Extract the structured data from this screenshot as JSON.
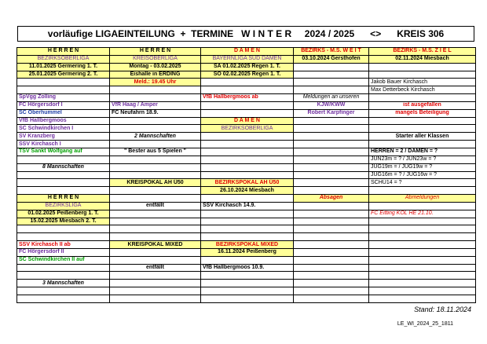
{
  "title": "vorläufige LIGAEINTEILUNG  +  TERMINE   W I N T E R     2024 / 2025      <>      KREIS 306",
  "colors": {
    "red": "#e00000",
    "purple": "#7030a0",
    "blue": "#1f3fa8",
    "green": "#00a000",
    "yellow": "#ffff99"
  },
  "stand": "Stand: 18.11.2024",
  "doc_code": "LE_WI_2024_25_1811",
  "rows": [
    [
      {
        "t": "H E R R E N",
        "y": 1,
        "c": 1,
        "b": 1
      },
      {
        "t": "H E R R E N",
        "y": 1,
        "c": 1,
        "b": 1
      },
      {
        "t": "D A M E N",
        "y": 1,
        "c": 1,
        "b": 1,
        "col": "red"
      },
      {
        "t": "BEZIRKS - M.S.  W E I T",
        "y": 1,
        "c": 1,
        "b": 1,
        "col": "red"
      },
      {
        "t": "BEZIRKS - M.S.  Z I E L",
        "y": 1,
        "c": 1,
        "b": 1,
        "col": "red"
      }
    ],
    [
      {
        "t": "BEZIRKSOBERLIGA",
        "y": 1,
        "c": 1,
        "col": "purple"
      },
      {
        "t": "KREISOBERLIGA",
        "y": 1,
        "c": 1,
        "col": "purple"
      },
      {
        "t": "BAYERNLIGA SÜD DAMEN",
        "y": 1,
        "c": 1,
        "col": "purple"
      },
      {
        "t": "03.10.2024  Gersthofen",
        "y": 1,
        "c": 1,
        "b": 1
      },
      {
        "t": "02.11.2024 Miesbach",
        "y": 1,
        "c": 1,
        "b": 1
      }
    ],
    [
      {
        "t": "11.01.2025 Germering  1. T.",
        "y": 1,
        "c": 1,
        "b": 1
      },
      {
        "t": "Montag  -  03.02.2025",
        "y": 1,
        "c": 1,
        "b": 1
      },
      {
        "t": "SA 01.02.2025  Regen  1. T.",
        "y": 1,
        "c": 1,
        "b": 1
      },
      {
        "t": ""
      },
      {
        "t": ""
      }
    ],
    [
      {
        "t": "25.01.2025 Germering  2. T.",
        "y": 1,
        "c": 1,
        "b": 1
      },
      {
        "t": "Eishalle in ERDING",
        "y": 1,
        "c": 1,
        "b": 1
      },
      {
        "t": "SO 02.02.2025  Regen  1. T.",
        "y": 1,
        "c": 1,
        "b": 1
      },
      {
        "t": ""
      },
      {
        "t": ""
      }
    ],
    [
      {
        "t": ""
      },
      {
        "t": "Meld.: 19.45 Uhr",
        "y": 1,
        "c": 1,
        "b": 1,
        "col": "red"
      },
      {
        "t": ""
      },
      {
        "t": ""
      },
      {
        "t": "Jakob Bauer          Kirchasch"
      }
    ],
    [
      {
        "t": ""
      },
      {
        "t": ""
      },
      {
        "t": ""
      },
      {
        "t": ""
      },
      {
        "t": "Max Detterbeck        Kirchasch"
      }
    ],
    [
      {
        "t": "SpVgg  Zolling",
        "b": 1,
        "col": "purple"
      },
      {
        "t": ""
      },
      {
        "t": "VfB Hallbergmoos                ab",
        "b": 1,
        "col": "red"
      },
      {
        "t": "Meldungen an unseren",
        "c": 1,
        "i": 1
      },
      {
        "t": ""
      }
    ],
    [
      {
        "t": "FC  Hörgersdorf  I",
        "b": 1,
        "col": "purple"
      },
      {
        "t": "VfR Haag / Amper",
        "b": 1,
        "col": "purple"
      },
      {
        "t": ""
      },
      {
        "t": "KJW/KWW",
        "c": 1,
        "b": 1,
        "col": "purple"
      },
      {
        "t": "ist ausgefallen",
        "c": 1,
        "b": 1,
        "col": "red"
      }
    ],
    [
      {
        "t": "SC  Oberhummel",
        "b": 1,
        "col": "blue"
      },
      {
        "t": "FC Neufahrn                 18.9.",
        "b": 1
      },
      {
        "t": ""
      },
      {
        "t": "Robert Karpfinger",
        "c": 1,
        "b": 1,
        "col": "purple"
      },
      {
        "t": "mangels Beteiligung",
        "c": 1,
        "b": 1,
        "col": "red"
      }
    ],
    [
      {
        "t": "VfB Hallbergmoos",
        "b": 1,
        "col": "purple"
      },
      {
        "t": ""
      },
      {
        "t": "D A M E N",
        "y": 1,
        "c": 1,
        "b": 1,
        "col": "red"
      },
      {
        "t": ""
      },
      {
        "t": ""
      }
    ],
    [
      {
        "t": "SC Schwindkirchen I",
        "b": 1,
        "col": "purple"
      },
      {
        "t": ""
      },
      {
        "t": "BEZIRKSOBERLIGA",
        "y": 1,
        "c": 1,
        "col": "purple"
      },
      {
        "t": ""
      },
      {
        "t": ""
      }
    ],
    [
      {
        "t": "SV  Kranzberg",
        "b": 1,
        "col": "purple"
      },
      {
        "t": "2  Mannschaften",
        "c": 1,
        "b": 1,
        "i": 1
      },
      {
        "t": ""
      },
      {
        "t": ""
      },
      {
        "t": "Starter aller Klassen",
        "c": 1,
        "b": 1
      }
    ],
    [
      {
        "t": "SSV  Kirchasch  I",
        "b": 1,
        "col": "purple"
      },
      {
        "t": ""
      },
      {
        "t": ""
      },
      {
        "t": ""
      },
      {
        "t": ""
      }
    ],
    [
      {
        "t": "TSV Sankt Wolfgang          auf",
        "b": 1,
        "col": "green"
      },
      {
        "t": "\" Bester aus 5 Spielen \"",
        "c": 1,
        "b": 1
      },
      {
        "t": ""
      },
      {
        "t": ""
      },
      {
        "t": "HERREN  =  2  /  DAMEN  =  ?",
        "b": 1
      }
    ],
    [
      {
        "t": ""
      },
      {
        "t": ""
      },
      {
        "t": ""
      },
      {
        "t": ""
      },
      {
        "t": "JUN23m  =   ?   /  JUN23w  =  ?"
      }
    ],
    [
      {
        "t": "8  Mannschaften",
        "c": 1,
        "b": 1,
        "i": 1
      },
      {
        "t": ""
      },
      {
        "t": ""
      },
      {
        "t": ""
      },
      {
        "t": "JUG19m   =   /  JUG19w  =  ?"
      }
    ],
    [
      {
        "t": ""
      },
      {
        "t": ""
      },
      {
        "t": ""
      },
      {
        "t": ""
      },
      {
        "t": "JUG16m   =   ?  /  JUG16w  =  ?"
      }
    ],
    [
      {
        "t": ""
      },
      {
        "t": "KREISPOKAL  AH  Ü50",
        "y": 1,
        "c": 1,
        "b": 1
      },
      {
        "t": "BEZIRKSPOKAL  AH  Ü50",
        "y": 1,
        "c": 1,
        "b": 1,
        "col": "red"
      },
      {
        "t": ""
      },
      {
        "t": "SCHÜ14   =  ?"
      }
    ],
    [
      {
        "t": ""
      },
      {
        "t": ""
      },
      {
        "t": "26.10.2024  Miesbach",
        "y": 1,
        "c": 1,
        "b": 1
      },
      {
        "t": ""
      },
      {
        "t": ""
      }
    ],
    [
      {
        "t": "H E R R E N",
        "y": 1,
        "c": 1,
        "b": 1
      },
      {
        "t": ""
      },
      {
        "t": ""
      },
      {
        "t": "Absagen",
        "y": 1,
        "c": 1,
        "b": 1,
        "i": 1,
        "col": "red"
      },
      {
        "t": "Abmeldungen",
        "y": 1,
        "c": 1,
        "i": 1,
        "col": "red"
      }
    ],
    [
      {
        "t": "BEZIRKSLIGA",
        "y": 1,
        "c": 1,
        "col": "purple"
      },
      {
        "t": "entfällt",
        "c": 1,
        "b": 1
      },
      {
        "t": "SSV  Kirchasch                14.9.",
        "b": 1
      },
      {
        "t": ""
      },
      {
        "t": ""
      }
    ],
    [
      {
        "t": "01.02.2025  Peißenberg  1. T.",
        "y": 1,
        "c": 1,
        "b": 1
      },
      {
        "t": ""
      },
      {
        "t": ""
      },
      {
        "t": ""
      },
      {
        "t": "FC Eitting          KOL HE  21.10.",
        "i": 1,
        "col": "red"
      }
    ],
    [
      {
        "t": "15.02.2025 Miesbach  2. T.",
        "y": 1,
        "c": 1,
        "b": 1
      },
      {
        "t": ""
      },
      {
        "t": ""
      },
      {
        "t": ""
      },
      {
        "t": ""
      }
    ],
    [
      {
        "t": ""
      },
      {
        "t": ""
      },
      {
        "t": ""
      },
      {
        "t": ""
      },
      {
        "t": ""
      }
    ],
    [
      {
        "t": ""
      },
      {
        "t": ""
      },
      {
        "t": ""
      },
      {
        "t": ""
      },
      {
        "t": ""
      }
    ],
    [
      {
        "t": "SSV  Kirchasch  II                ab",
        "b": 1,
        "col": "red"
      },
      {
        "t": "KREISPOKAL  MIXED",
        "y": 1,
        "c": 1,
        "b": 1
      },
      {
        "t": "BEZIRKSPOKAL  MIXED",
        "y": 1,
        "c": 1,
        "b": 1,
        "col": "red"
      },
      {
        "t": ""
      },
      {
        "t": ""
      }
    ],
    [
      {
        "t": "FC  Hörgersdorf  II",
        "b": 1,
        "col": "purple"
      },
      {
        "t": ""
      },
      {
        "t": "16.11.2024  Peißenberg",
        "y": 1,
        "c": 1,
        "b": 1
      },
      {
        "t": ""
      },
      {
        "t": ""
      }
    ],
    [
      {
        "t": "SC Schwindkirchen  II        auf",
        "b": 1,
        "col": "green"
      },
      {
        "t": ""
      },
      {
        "t": ""
      },
      {
        "t": ""
      },
      {
        "t": ""
      }
    ],
    [
      {
        "t": ""
      },
      {
        "t": "entfällt",
        "c": 1,
        "b": 1
      },
      {
        "t": "VfB Hallbergmoos          10.9.",
        "b": 1
      },
      {
        "t": ""
      },
      {
        "t": ""
      }
    ],
    [
      {
        "t": ""
      },
      {
        "t": ""
      },
      {
        "t": ""
      },
      {
        "t": ""
      },
      {
        "t": ""
      }
    ],
    [
      {
        "t": "3  Mannschaften",
        "c": 1,
        "b": 1,
        "i": 1
      },
      {
        "t": ""
      },
      {
        "t": ""
      },
      {
        "t": ""
      },
      {
        "t": ""
      }
    ],
    [
      {
        "t": ""
      },
      {
        "t": ""
      },
      {
        "t": ""
      },
      {
        "t": ""
      },
      {
        "t": ""
      }
    ],
    [
      {
        "t": ""
      },
      {
        "t": ""
      },
      {
        "t": ""
      },
      {
        "t": ""
      },
      {
        "t": ""
      }
    ]
  ]
}
